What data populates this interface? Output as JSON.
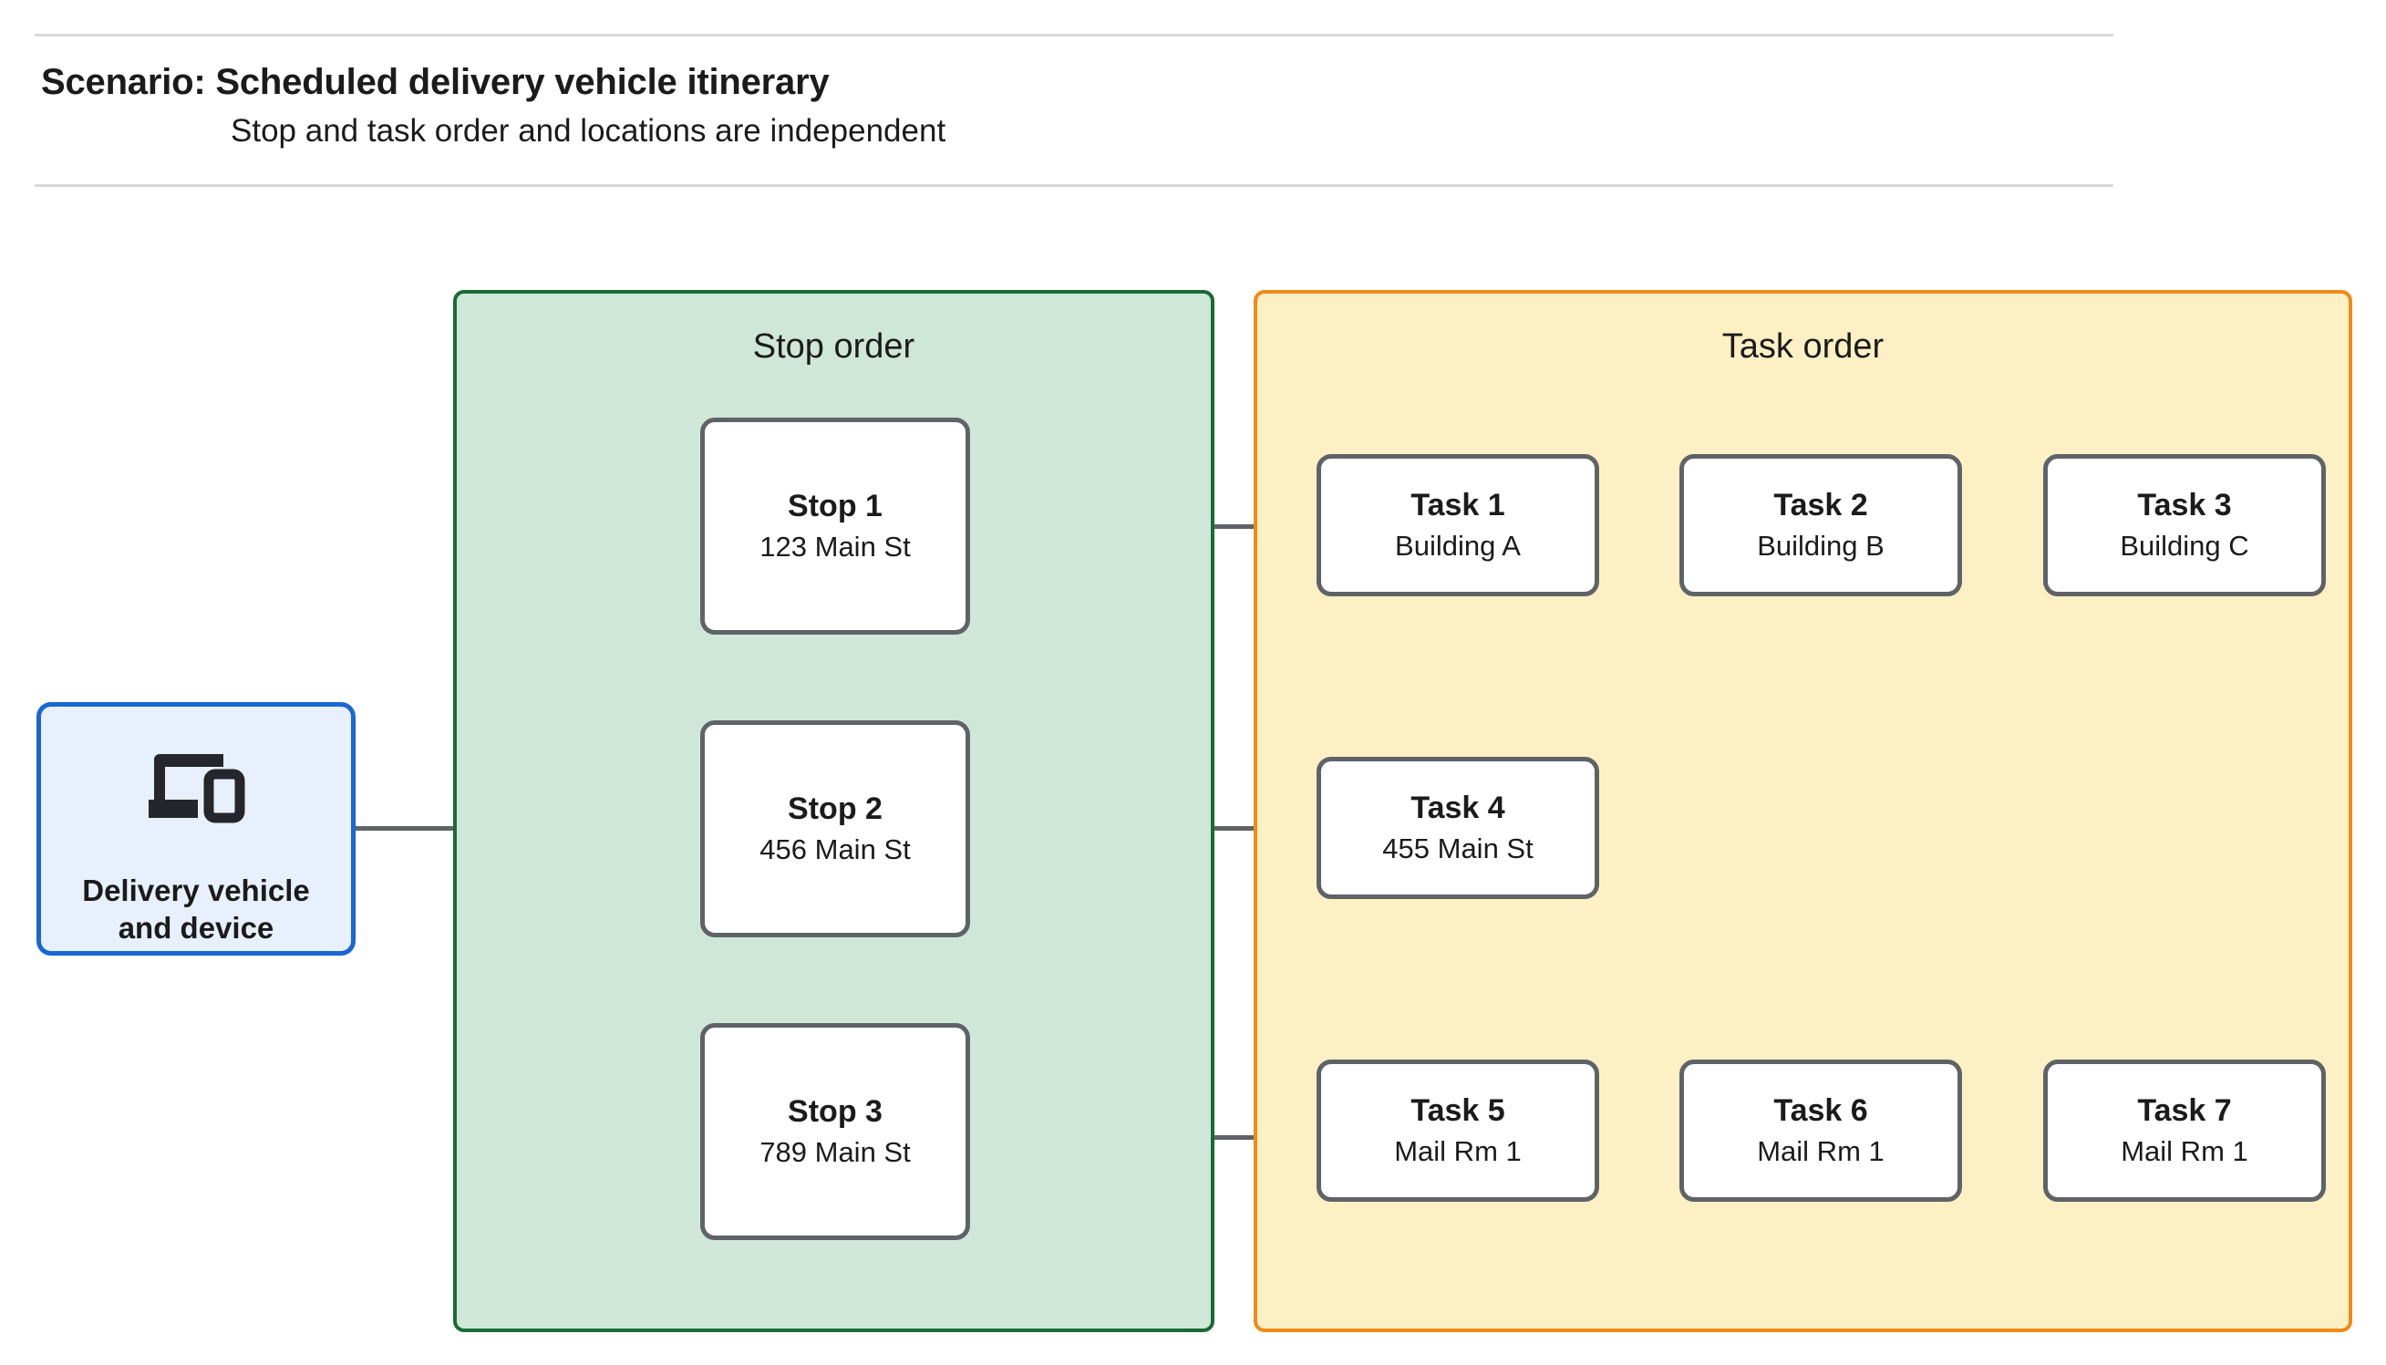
{
  "header": {
    "title": "Scenario: Scheduled delivery vehicle itinerary",
    "subtitle": "Stop and task order and locations are independent",
    "rule_color": "#d8d8d8"
  },
  "device": {
    "label": "Delivery vehicle\nand device",
    "icon": "devices-icon",
    "border_color": "#1967d2",
    "fill_color": "#e8f0fe"
  },
  "panels": {
    "stop_order": {
      "title": "Stop order",
      "fill_color": "#cfe7d8",
      "border_color": "#1a6b33"
    },
    "task_order": {
      "title": "Task order",
      "fill_color": "#fdf0c4",
      "border_color": "#ef8a17"
    }
  },
  "stops": [
    {
      "title": "Stop 1",
      "location": "123 Main St"
    },
    {
      "title": "Stop 2",
      "location": "456 Main St"
    },
    {
      "title": "Stop 3",
      "location": "789 Main St"
    }
  ],
  "tasks": [
    {
      "title": "Task 1",
      "location": "Building A"
    },
    {
      "title": "Task 2",
      "location": "Building B"
    },
    {
      "title": "Task 3",
      "location": "Building C"
    },
    {
      "title": "Task 4",
      "location": "455 Main St"
    },
    {
      "title": "Task 5",
      "location": "Mail Rm 1"
    },
    {
      "title": "Task 6",
      "location": "Mail Rm 1"
    },
    {
      "title": "Task 7",
      "location": "Mail Rm 1"
    }
  ],
  "connector_color": "#5f6368"
}
